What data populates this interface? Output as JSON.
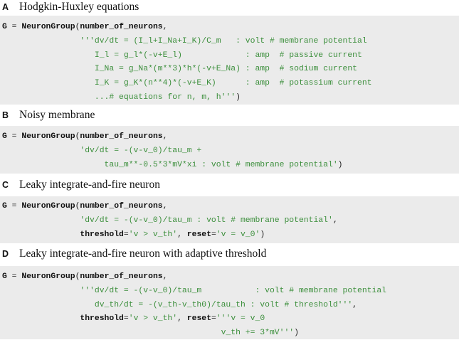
{
  "sections": [
    {
      "letter": "A",
      "title": "Hodgkin-Huxley equations",
      "lines": [
        [
          {
            "t": "G",
            "c": "kw"
          },
          {
            "t": " = ",
            "c": "plain"
          },
          {
            "t": "NeuronGroup",
            "c": "kw"
          },
          {
            "t": "(",
            "c": "plain"
          },
          {
            "t": "number_of_neurons",
            "c": "kw"
          },
          {
            "t": ",",
            "c": "plain"
          }
        ],
        [
          {
            "t": "                '''dv/dt = (I_l+I_Na+I_K)/C_m   : volt # membrane potential",
            "c": "str"
          }
        ],
        [
          {
            "t": "                   I_l = g_l*(-v+E_l)             : amp  # passive current",
            "c": "str"
          }
        ],
        [
          {
            "t": "                   I_Na = g_Na*(m**3)*h*(-v+E_Na) : amp  # sodium current",
            "c": "str"
          }
        ],
        [
          {
            "t": "                   I_K = g_K*(n**4)*(-v+E_K)      : amp  # potassium current",
            "c": "str"
          }
        ],
        [
          {
            "t": "                   ...# equations for n, m, h'''",
            "c": "str"
          },
          {
            "t": ")",
            "c": "plain"
          }
        ]
      ]
    },
    {
      "letter": "B",
      "title": "Noisy membrane",
      "lines": [
        [
          {
            "t": "G",
            "c": "kw"
          },
          {
            "t": " = ",
            "c": "plain"
          },
          {
            "t": "NeuronGroup",
            "c": "kw"
          },
          {
            "t": "(",
            "c": "plain"
          },
          {
            "t": "number_of_neurons",
            "c": "kw"
          },
          {
            "t": ",",
            "c": "plain"
          }
        ],
        [
          {
            "t": "                'dv/dt = -(v-v_0)/tau_m +",
            "c": "str"
          }
        ],
        [
          {
            "t": "                     tau_m**-0.5*3*mV*xi : volt # membrane potential'",
            "c": "str"
          },
          {
            "t": ")",
            "c": "plain"
          }
        ]
      ]
    },
    {
      "letter": "C",
      "title": "Leaky integrate-and-fire neuron",
      "lines": [
        [
          {
            "t": "G",
            "c": "kw"
          },
          {
            "t": " = ",
            "c": "plain"
          },
          {
            "t": "NeuronGroup",
            "c": "kw"
          },
          {
            "t": "(",
            "c": "plain"
          },
          {
            "t": "number_of_neurons",
            "c": "kw"
          },
          {
            "t": ",",
            "c": "plain"
          }
        ],
        [
          {
            "t": "                'dv/dt = -(v-v_0)/tau_m : volt # membrane potential'",
            "c": "str"
          },
          {
            "t": ",",
            "c": "plain"
          }
        ],
        [
          {
            "t": "                ",
            "c": "plain"
          },
          {
            "t": "threshold",
            "c": "kw"
          },
          {
            "t": "=",
            "c": "plain"
          },
          {
            "t": "'v > v_th'",
            "c": "str"
          },
          {
            "t": ", ",
            "c": "plain"
          },
          {
            "t": "reset",
            "c": "kw"
          },
          {
            "t": "=",
            "c": "plain"
          },
          {
            "t": "'v = v_0'",
            "c": "str"
          },
          {
            "t": ")",
            "c": "plain"
          }
        ]
      ]
    },
    {
      "letter": "D",
      "title": "Leaky integrate-and-fire neuron with adaptive threshold",
      "lines": [
        [
          {
            "t": "G",
            "c": "kw"
          },
          {
            "t": " = ",
            "c": "plain"
          },
          {
            "t": "NeuronGroup",
            "c": "kw"
          },
          {
            "t": "(",
            "c": "plain"
          },
          {
            "t": "number_of_neurons",
            "c": "kw"
          },
          {
            "t": ",",
            "c": "plain"
          }
        ],
        [
          {
            "t": "                '''dv/dt = -(v-v_0)/tau_m           : volt # membrane potential",
            "c": "str"
          }
        ],
        [
          {
            "t": "                   dv_th/dt = -(v_th-v_th0)/tau_th : volt # threshold'''",
            "c": "str"
          },
          {
            "t": ",",
            "c": "plain"
          }
        ],
        [
          {
            "t": "                ",
            "c": "plain"
          },
          {
            "t": "threshold",
            "c": "kw"
          },
          {
            "t": "=",
            "c": "plain"
          },
          {
            "t": "'v > v_th'",
            "c": "str"
          },
          {
            "t": ", ",
            "c": "plain"
          },
          {
            "t": "reset",
            "c": "kw"
          },
          {
            "t": "=",
            "c": "plain"
          },
          {
            "t": "'''v = v_0",
            "c": "str"
          }
        ],
        [
          {
            "t": "                                             v_th += 3*mV'''",
            "c": "str"
          },
          {
            "t": ")",
            "c": "plain"
          }
        ]
      ]
    }
  ]
}
